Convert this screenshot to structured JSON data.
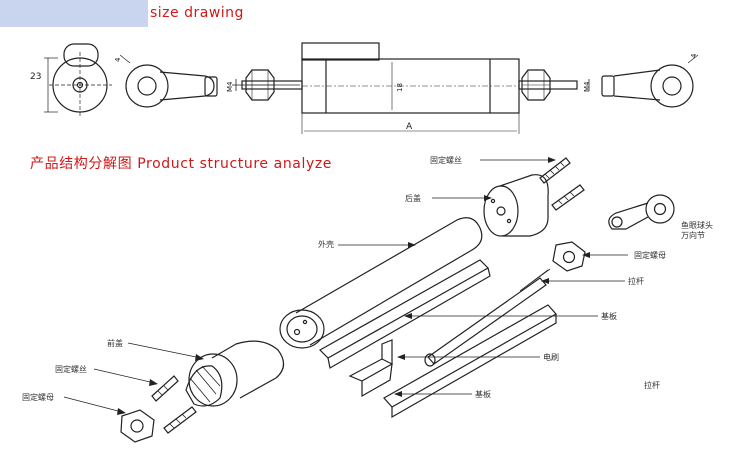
{
  "titles": {
    "size_drawing": "size drawing",
    "structure": "产品结构分解图 Product structure analyze"
  },
  "dimensions": {
    "height_23": "23",
    "dia_4_left": "4",
    "m4_left": "M4",
    "dia_18": "18",
    "length_A": "A",
    "m4_right": "M4",
    "dia_4_right": "4"
  },
  "parts": {
    "fixing_screw_top": "固定螺丝",
    "rear_cover": "后盖",
    "outer_shell": "外壳",
    "rod_end_1": "鱼眼球头",
    "rod_end_2": "万向节",
    "fixing_nut_right": "固定螺母",
    "pull_rod": "拉杆",
    "base_plate_top": "基板",
    "brush": "电刷",
    "base_plate_bottom": "基板",
    "front_cover": "前盖",
    "fixing_screw_left": "固定螺丝",
    "fixing_nut_left": "固定螺母",
    "pull_rod_2": "拉杆"
  },
  "colors": {
    "title_red": "#d01818",
    "line": "#222222",
    "highlight_bar": "#c9d4ee"
  }
}
